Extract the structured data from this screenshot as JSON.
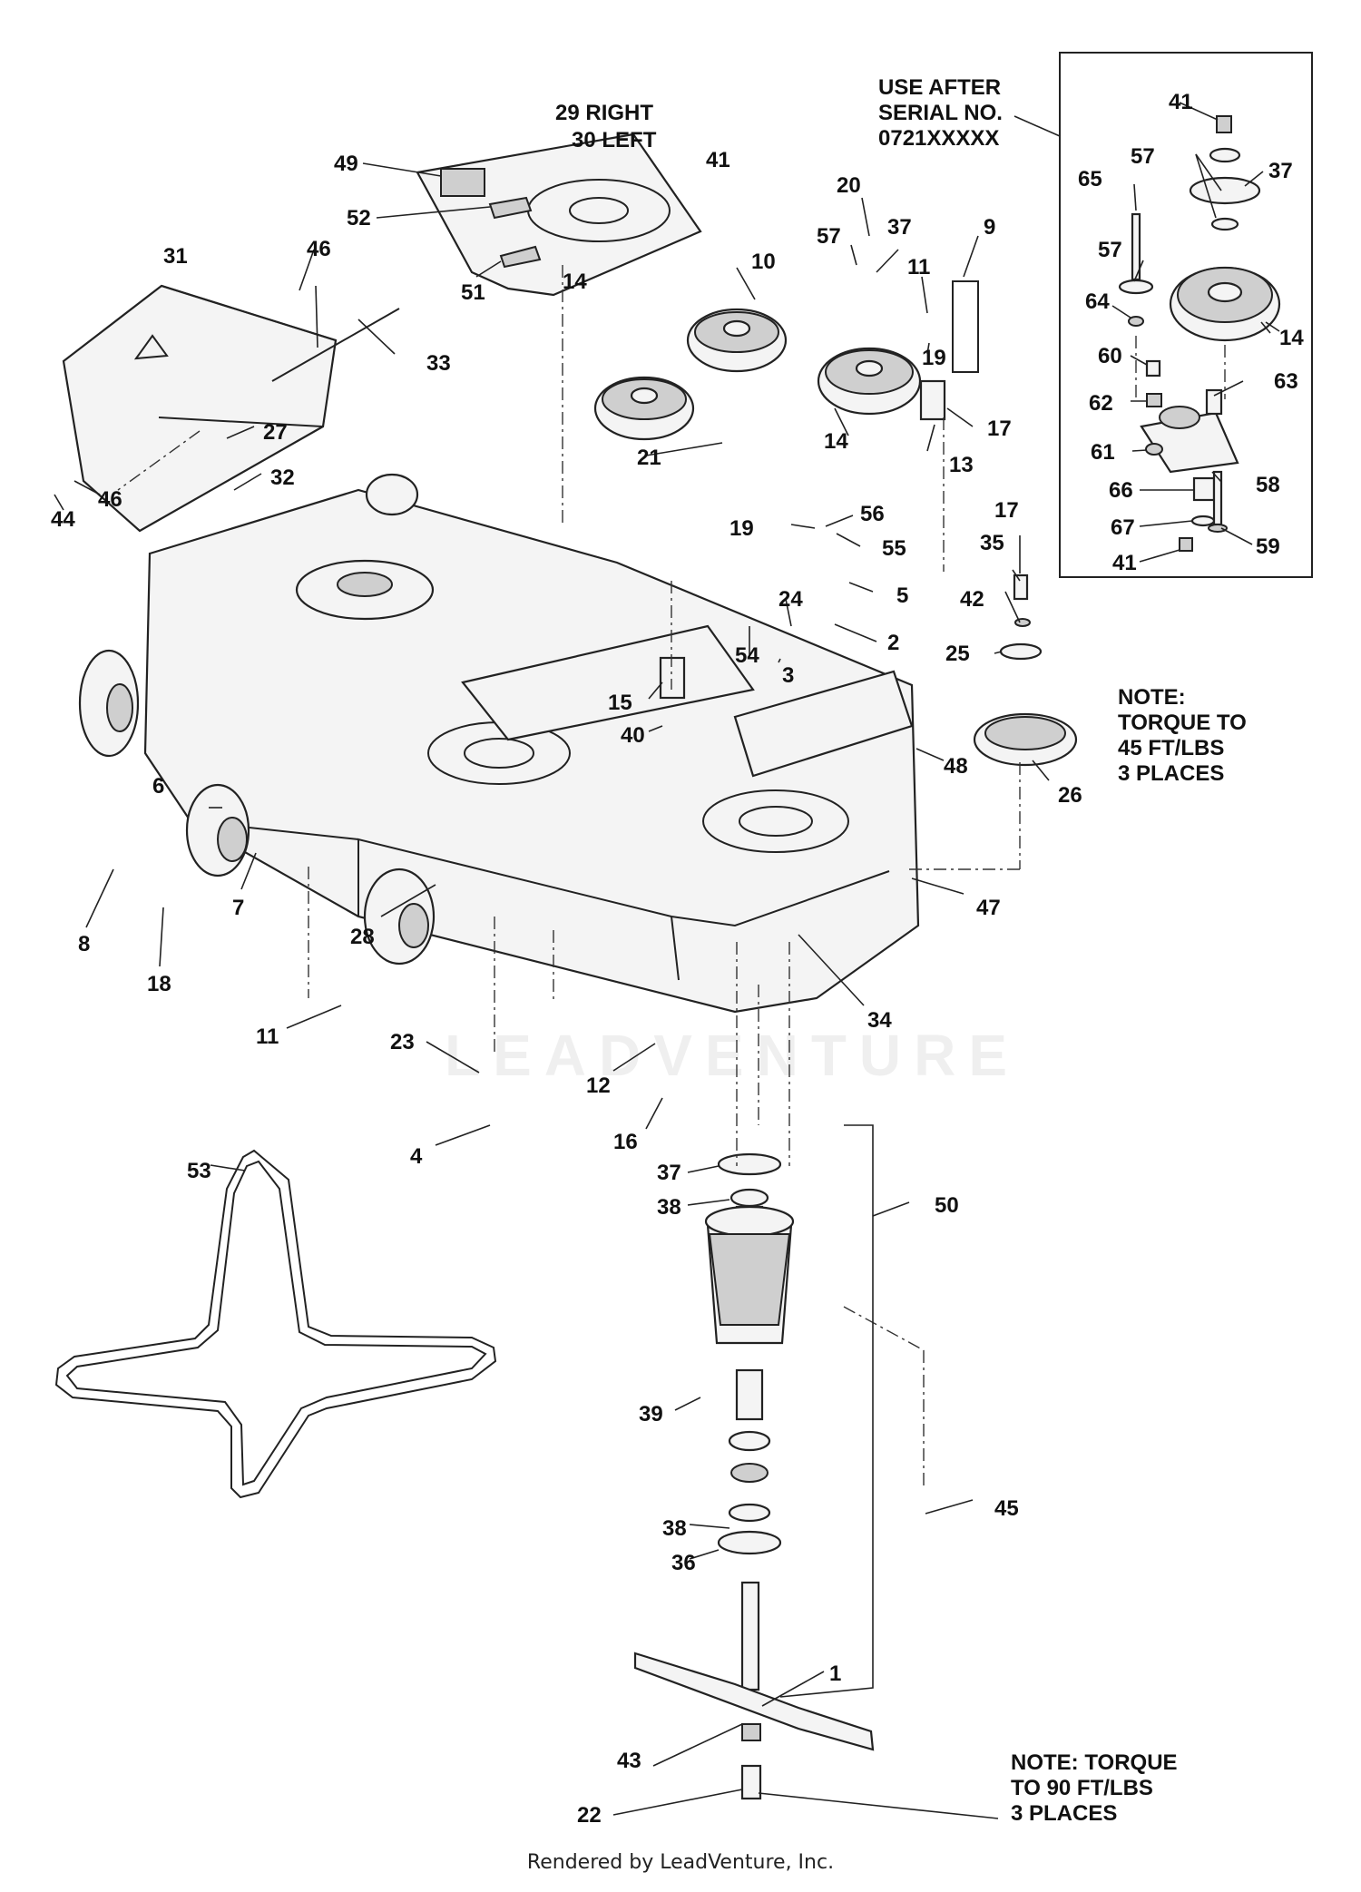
{
  "header_note": [
    "USE AFTER",
    "SERIAL NO.",
    "0721XXXXX"
  ],
  "deflector_label": [
    "29 RIGHT",
    "30 LEFT"
  ],
  "torque_note_pulley": [
    "NOTE:",
    "TORQUE TO",
    "45 FT/LBS",
    "3 PLACES"
  ],
  "torque_note_blade": [
    "NOTE: TORQUE",
    "TO 90 FT/LBS",
    "3 PLACES"
  ],
  "watermark": "LEADVENTURE",
  "footer": "Rendered by LeadVenture, Inc.",
  "callouts": [
    {
      "id": "c41a",
      "text": "41"
    },
    {
      "id": "c57a",
      "text": "57"
    },
    {
      "id": "c37a",
      "text": "37"
    },
    {
      "id": "c65",
      "text": "65"
    },
    {
      "id": "c57b",
      "text": "57"
    },
    {
      "id": "c64",
      "text": "64"
    },
    {
      "id": "c14a",
      "text": "14"
    },
    {
      "id": "c60",
      "text": "60"
    },
    {
      "id": "c62",
      "text": "62"
    },
    {
      "id": "c63",
      "text": "63"
    },
    {
      "id": "c61",
      "text": "61"
    },
    {
      "id": "c58",
      "text": "58"
    },
    {
      "id": "c66",
      "text": "66"
    },
    {
      "id": "c67",
      "text": "67"
    },
    {
      "id": "c41b",
      "text": "41"
    },
    {
      "id": "c59",
      "text": "59"
    },
    {
      "id": "c49",
      "text": "49"
    },
    {
      "id": "c52",
      "text": "52"
    },
    {
      "id": "c51",
      "text": "51"
    },
    {
      "id": "c41c",
      "text": "41"
    },
    {
      "id": "c20",
      "text": "20"
    },
    {
      "id": "c37b",
      "text": "37"
    },
    {
      "id": "c9",
      "text": "9"
    },
    {
      "id": "c57c",
      "text": "57"
    },
    {
      "id": "c10",
      "text": "10"
    },
    {
      "id": "c11a",
      "text": "11"
    },
    {
      "id": "c19a",
      "text": "19"
    },
    {
      "id": "c17a",
      "text": "17"
    },
    {
      "id": "c13",
      "text": "13"
    },
    {
      "id": "c14b",
      "text": "14"
    },
    {
      "id": "c14c",
      "text": "14"
    },
    {
      "id": "c21",
      "text": "21"
    },
    {
      "id": "c31",
      "text": "31"
    },
    {
      "id": "c46a",
      "text": "46"
    },
    {
      "id": "c33",
      "text": "33"
    },
    {
      "id": "c27",
      "text": "27"
    },
    {
      "id": "c32",
      "text": "32"
    },
    {
      "id": "c44",
      "text": "44"
    },
    {
      "id": "c46b",
      "text": "46"
    },
    {
      "id": "c56",
      "text": "56"
    },
    {
      "id": "c19b",
      "text": "19"
    },
    {
      "id": "c55",
      "text": "55"
    },
    {
      "id": "c5",
      "text": "5"
    },
    {
      "id": "c24",
      "text": "24"
    },
    {
      "id": "c2",
      "text": "2"
    },
    {
      "id": "c54",
      "text": "54"
    },
    {
      "id": "c3",
      "text": "3"
    },
    {
      "id": "c17b",
      "text": "17"
    },
    {
      "id": "c35",
      "text": "35"
    },
    {
      "id": "c42",
      "text": "42"
    },
    {
      "id": "c25",
      "text": "25"
    },
    {
      "id": "c15",
      "text": "15"
    },
    {
      "id": "c40",
      "text": "40"
    },
    {
      "id": "c48",
      "text": "48"
    },
    {
      "id": "c26",
      "text": "26"
    },
    {
      "id": "c6",
      "text": "6"
    },
    {
      "id": "c8",
      "text": "8"
    },
    {
      "id": "c7",
      "text": "7"
    },
    {
      "id": "c18",
      "text": "18"
    },
    {
      "id": "c28",
      "text": "28"
    },
    {
      "id": "c47",
      "text": "47"
    },
    {
      "id": "c34",
      "text": "34"
    },
    {
      "id": "c11b",
      "text": "11"
    },
    {
      "id": "c23",
      "text": "23"
    },
    {
      "id": "c12",
      "text": "12"
    },
    {
      "id": "c16",
      "text": "16"
    },
    {
      "id": "c4",
      "text": "4"
    },
    {
      "id": "c53",
      "text": "53"
    },
    {
      "id": "c37c",
      "text": "37"
    },
    {
      "id": "c38a",
      "text": "38"
    },
    {
      "id": "c50",
      "text": "50"
    },
    {
      "id": "c39",
      "text": "39"
    },
    {
      "id": "c45",
      "text": "45"
    },
    {
      "id": "c38b",
      "text": "38"
    },
    {
      "id": "c36",
      "text": "36"
    },
    {
      "id": "c1",
      "text": "1"
    },
    {
      "id": "c43",
      "text": "43"
    },
    {
      "id": "c22",
      "text": "22"
    }
  ]
}
